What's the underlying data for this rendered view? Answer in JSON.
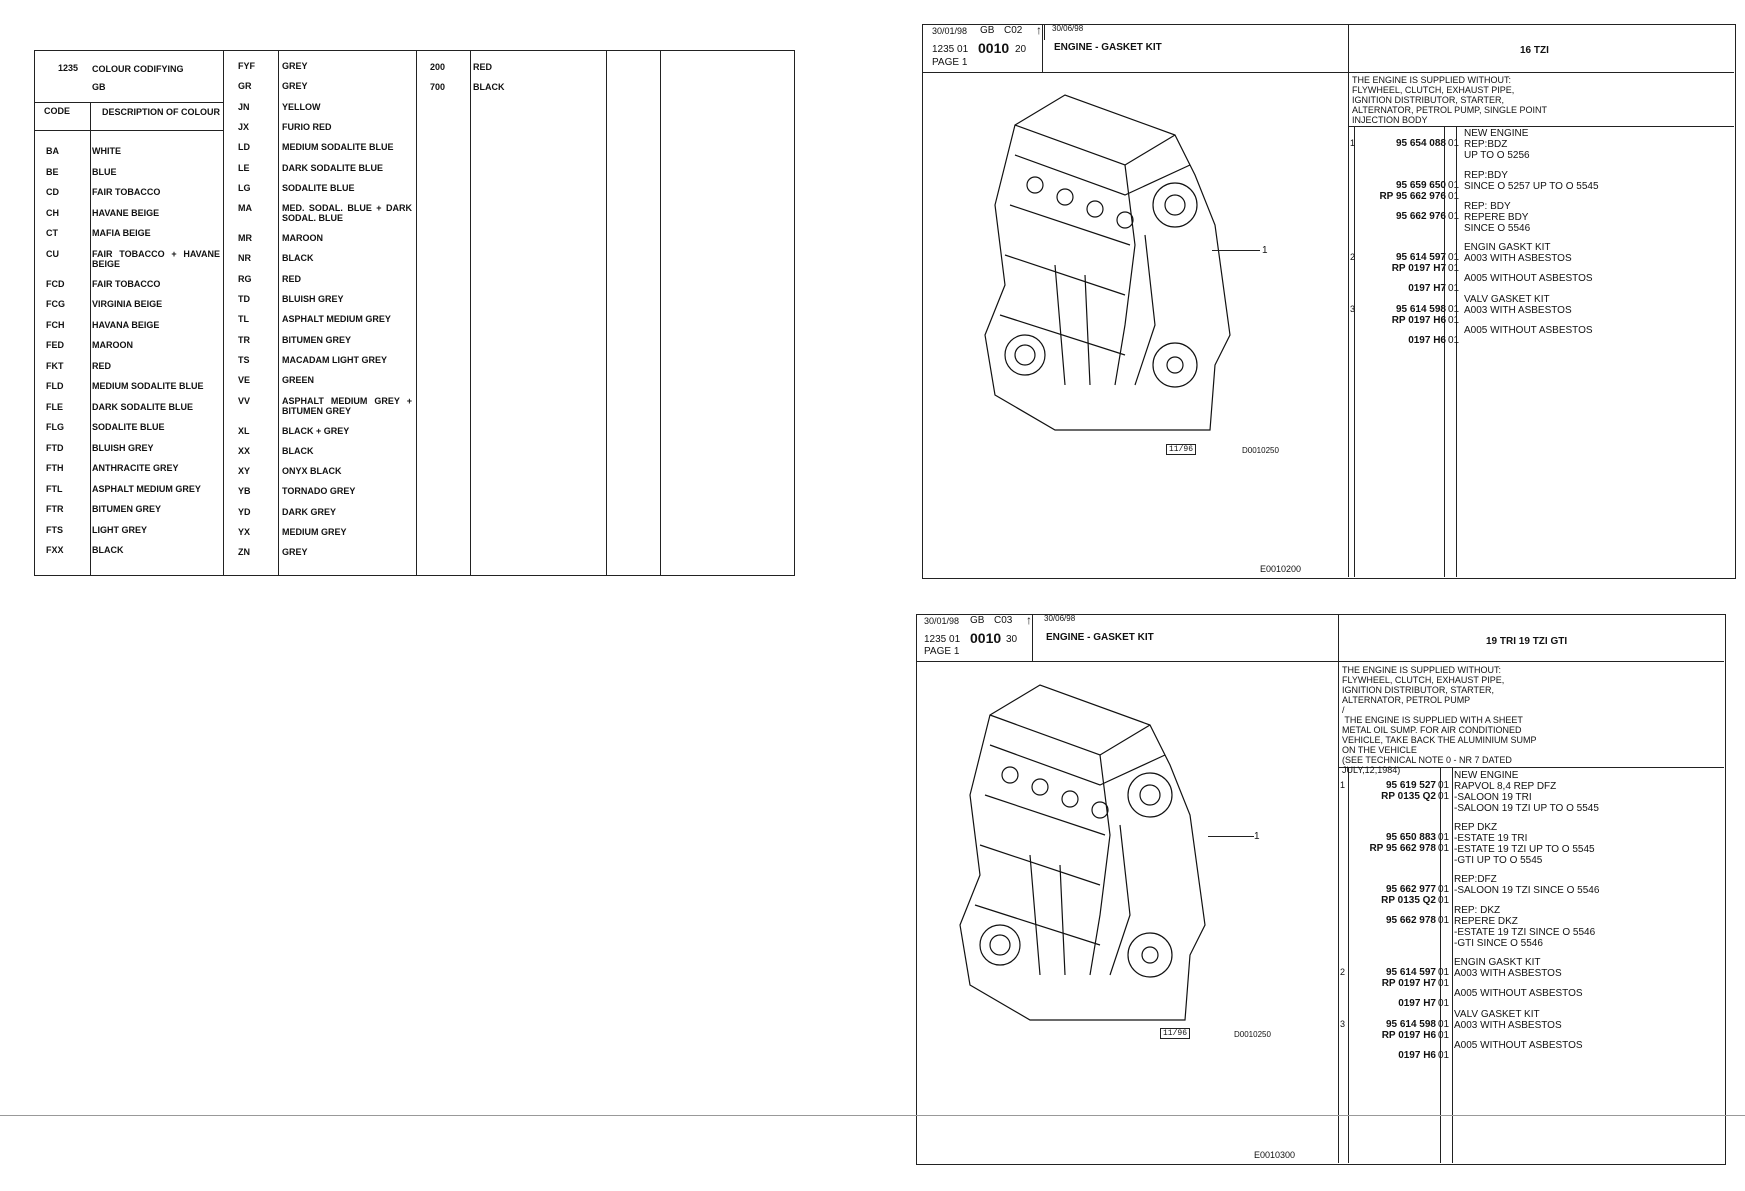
{
  "colour_table": {
    "ref": "1235",
    "title": "COLOUR CODIFYING",
    "country": "GB",
    "code_header": "CODE",
    "desc_header": "DESCRIPTION OF COLOUR",
    "col1": [
      {
        "code": "BA",
        "desc": "WHITE"
      },
      {
        "code": "BE",
        "desc": "BLUE"
      },
      {
        "code": "CD",
        "desc": "FAIR TOBACCO"
      },
      {
        "code": "CH",
        "desc": "HAVANE BEIGE"
      },
      {
        "code": "CT",
        "desc": "MAFIA BEIGE"
      },
      {
        "code": "CU",
        "desc": "FAIR TOBACCO + HAVANE BEIGE"
      },
      {
        "code": "FCD",
        "desc": "FAIR TOBACCO"
      },
      {
        "code": "FCG",
        "desc": "VIRGINIA BEIGE"
      },
      {
        "code": "FCH",
        "desc": "HAVANA BEIGE"
      },
      {
        "code": "FED",
        "desc": "MAROON"
      },
      {
        "code": "FKT",
        "desc": "RED"
      },
      {
        "code": "FLD",
        "desc": "MEDIUM SODALITE BLUE"
      },
      {
        "code": "FLE",
        "desc": "DARK SODALITE BLUE"
      },
      {
        "code": "FLG",
        "desc": "SODALITE BLUE"
      },
      {
        "code": "FTD",
        "desc": "BLUISH GREY"
      },
      {
        "code": "FTH",
        "desc": "ANTHRACITE GREY"
      },
      {
        "code": "FTL",
        "desc": "ASPHALT MEDIUM GREY"
      },
      {
        "code": "FTR",
        "desc": "BITUMEN GREY"
      },
      {
        "code": "FTS",
        "desc": "LIGHT GREY"
      },
      {
        "code": "FXX",
        "desc": "BLACK"
      }
    ],
    "col2": [
      {
        "code": "FYF",
        "desc": "GREY"
      },
      {
        "code": "GR",
        "desc": "GREY"
      },
      {
        "code": "JN",
        "desc": "YELLOW"
      },
      {
        "code": "JX",
        "desc": "FURIO RED"
      },
      {
        "code": "LD",
        "desc": "MEDIUM SODALITE BLUE"
      },
      {
        "code": "LE",
        "desc": "DARK SODALITE BLUE"
      },
      {
        "code": "LG",
        "desc": "SODALITE BLUE"
      },
      {
        "code": "MA",
        "desc": "MED. SODAL. BLUE + DARK SODAL. BLUE"
      },
      {
        "code": "MR",
        "desc": "MAROON"
      },
      {
        "code": "NR",
        "desc": "BLACK"
      },
      {
        "code": "RG",
        "desc": "RED"
      },
      {
        "code": "TD",
        "desc": "BLUISH GREY"
      },
      {
        "code": "TL",
        "desc": "ASPHALT MEDIUM GREY"
      },
      {
        "code": "TR",
        "desc": "BITUMEN GREY"
      },
      {
        "code": "TS",
        "desc": "MACADAM LIGHT GREY"
      },
      {
        "code": "VE",
        "desc": "GREEN"
      },
      {
        "code": "VV",
        "desc": "ASPHALT MEDIUM GREY + BITUMEN GREY"
      },
      {
        "code": "XL",
        "desc": "BLACK + GREY"
      },
      {
        "code": "XX",
        "desc": "BLACK"
      },
      {
        "code": "XY",
        "desc": "ONYX BLACK"
      },
      {
        "code": "YB",
        "desc": "TORNADO GREY"
      },
      {
        "code": "YD",
        "desc": "DARK GREY"
      },
      {
        "code": "YX",
        "desc": "MEDIUM GREY"
      },
      {
        "code": "ZN",
        "desc": "GREY"
      }
    ],
    "col3": [
      {
        "code": "200",
        "desc": "RED"
      },
      {
        "code": "700",
        "desc": "BLACK"
      }
    ]
  },
  "sheet1": {
    "date1": "30/01/98",
    "country": "GB",
    "sheet_code": "C02",
    "date2": "30/06/98",
    "ref_prefix": "1235 01",
    "ref_main": "0010",
    "ref_suffix": "20",
    "page": "PAGE 1",
    "title": "ENGINE - GASKET KIT",
    "model": "16 TZI",
    "note": "THE ENGINE IS SUPPLIED WITHOUT:\nFLYWHEEL, CLUTCH, EXHAUST PIPE,\nIGNITION DISTRIBUTOR, STARTER,\nALTERNATOR, PETROL PUMP, SINGLE POINT\nINJECTION BODY",
    "callout": "1",
    "draw_date": "11/96",
    "draw_ref": "D0010250",
    "plate_ref": "E0010200",
    "parts": [
      {
        "item": "1",
        "part": "95 654 088",
        "qty": "01",
        "desc": "NEW ENGINE\nREP:BDZ\nUP TO O 5256"
      },
      {
        "item": "",
        "part": "95 659 650\nRP 95 662 976",
        "qty": "01\n01",
        "desc": "REP:BDY\nSINCE O 5257 UP TO O 5545"
      },
      {
        "item": "",
        "part": "95 662 976",
        "qty": "01",
        "desc": "REP: BDY\nREPERE BDY\nSINCE O 5546"
      },
      {
        "item": "2",
        "part": "95 614 597\nRP 0197 H7",
        "qty": "01\n01",
        "desc": "ENGIN GASKT KIT\nA003 WITH ASBESTOS"
      },
      {
        "item": "",
        "part": "0197 H7",
        "qty": "01",
        "desc": "A005 WITHOUT ASBESTOS"
      },
      {
        "item": "3",
        "part": "95 614 598\nRP 0197 H6",
        "qty": "01\n01",
        "desc": "VALV GASKET KIT\nA003 WITH ASBESTOS"
      },
      {
        "item": "",
        "part": "0197 H6",
        "qty": "01",
        "desc": "A005 WITHOUT ASBESTOS"
      }
    ]
  },
  "sheet2": {
    "date1": "30/01/98",
    "country": "GB",
    "sheet_code": "C03",
    "date2": "30/06/98",
    "ref_prefix": "1235 01",
    "ref_main": "0010",
    "ref_suffix": "30",
    "page": "PAGE 1",
    "title": "ENGINE - GASKET KIT",
    "model": "19 TRI 19 TZI GTI",
    "note": "THE ENGINE IS SUPPLIED WITHOUT:\nFLYWHEEL, CLUTCH, EXHAUST PIPE,\nIGNITION DISTRIBUTOR, STARTER,\nALTERNATOR, PETROL PUMP\n/\n THE ENGINE IS SUPPLIED WITH A SHEET\nMETAL OIL SUMP. FOR AIR CONDITIONED\nVEHICLE, TAKE BACK THE ALUMINIUM SUMP\nON THE VEHICLE\n(SEE TECHNICAL NOTE 0 - NR 7 DATED\nJULY,12,1984)",
    "callout": "1",
    "draw_date": "11/96",
    "draw_ref": "D0010250",
    "plate_ref": "E0010300",
    "parts": [
      {
        "item": "1",
        "part": "95 619 527\nRP 0135 Q2",
        "qty": "01\n01",
        "desc": "NEW ENGINE\nRAPVOL 8,4 REP DFZ\n-SALOON 19 TRI\n-SALOON 19 TZI UP TO O 5545"
      },
      {
        "item": "",
        "part": "95 650 883\nRP 95 662 978",
        "qty": "01\n01",
        "desc": "REP DKZ\n-ESTATE 19 TRI\n-ESTATE 19 TZI UP TO O 5545\n-GTI UP TO O 5545"
      },
      {
        "item": "",
        "part": "95 662 977\nRP 0135 Q2",
        "qty": "01\n01",
        "desc": "REP:DFZ\n-SALOON 19 TZI SINCE O 5546"
      },
      {
        "item": "",
        "part": "95 662 978",
        "qty": "01",
        "desc": "REP: DKZ\nREPERE DKZ\n-ESTATE 19 TZI SINCE O 5546\n-GTI SINCE O 5546"
      },
      {
        "item": "2",
        "part": "95 614 597\nRP 0197 H7",
        "qty": "01\n01",
        "desc": "ENGIN GASKT KIT\nA003 WITH ASBESTOS"
      },
      {
        "item": "",
        "part": "0197 H7",
        "qty": "01",
        "desc": "A005 WITHOUT ASBESTOS"
      },
      {
        "item": "3",
        "part": "95 614 598\nRP 0197 H6",
        "qty": "01\n01",
        "desc": "VALV GASKET KIT\nA003 WITH ASBESTOS"
      },
      {
        "item": "",
        "part": "0197 H6",
        "qty": "01",
        "desc": "A005 WITHOUT ASBESTOS"
      }
    ]
  }
}
